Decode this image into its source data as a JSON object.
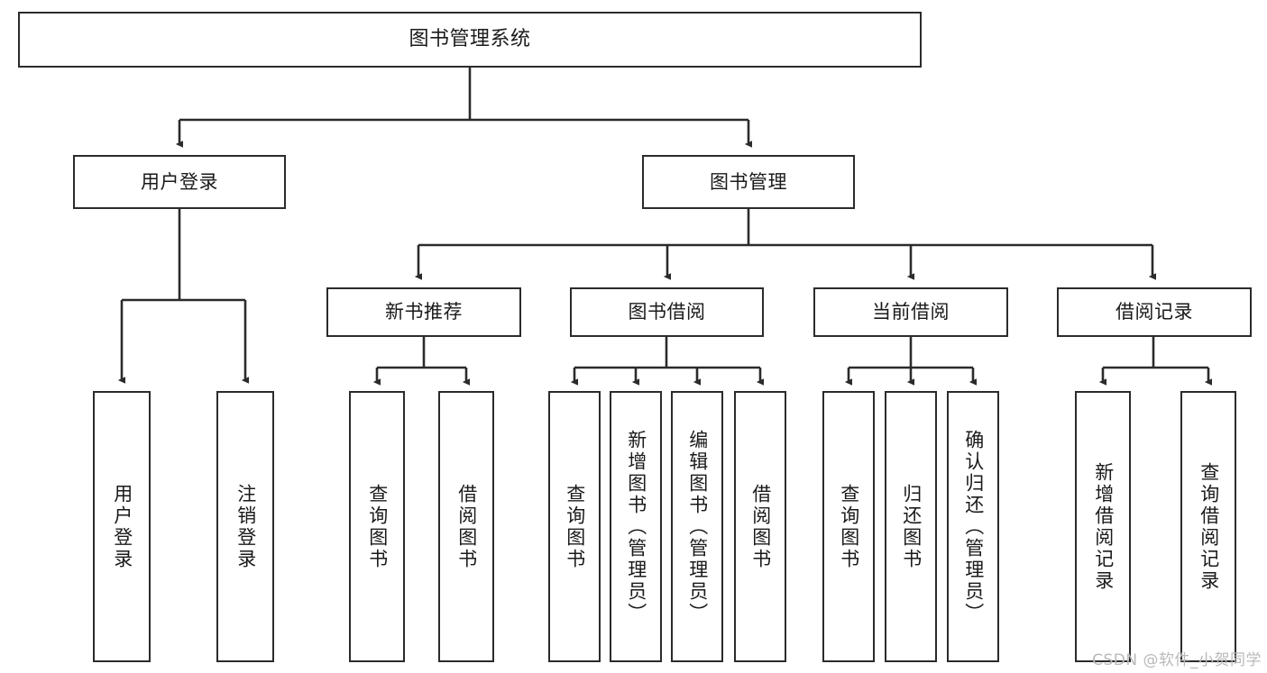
{
  "diagram": {
    "title": "图书管理系统",
    "type": "tree",
    "orientation": "top-down",
    "colors": {
      "box_border": "#2b2b2b",
      "box_fill": "#ffffff",
      "edge": "#2b2b2b",
      "text": "#1a1a1a",
      "watermark": "#b9b9b9",
      "background": "#ffffff"
    }
  },
  "watermark": {
    "text": "CSDN @软件_小贺同学"
  },
  "nodes": {
    "root": {
      "label": "图书管理系统",
      "level": 1
    },
    "level2": [
      {
        "id": "user-login",
        "label": "用户登录"
      },
      {
        "id": "book-manage",
        "label": "图书管理"
      }
    ],
    "level3": [
      {
        "id": "new-book-recommend",
        "label": "新书推荐"
      },
      {
        "id": "book-borrow",
        "label": "图书借阅"
      },
      {
        "id": "current-borrow",
        "label": "当前借阅"
      },
      {
        "id": "borrow-record",
        "label": "借阅记录"
      }
    ],
    "leaves": {
      "user-login": [
        {
          "id": "leaf-user-login",
          "label": "用户登录"
        },
        {
          "id": "leaf-user-logout",
          "label": "注销登录"
        }
      ],
      "new-book-recommend": [
        {
          "id": "leaf-query-book-1",
          "label": "查询图书"
        },
        {
          "id": "leaf-borrow-book-1",
          "label": "借阅图书"
        }
      ],
      "book-borrow": [
        {
          "id": "leaf-query-book-2",
          "label": "查询图书"
        },
        {
          "id": "leaf-add-book",
          "label": "新增图书（管理员）"
        },
        {
          "id": "leaf-edit-book",
          "label": "编辑图书（管理员）"
        },
        {
          "id": "leaf-borrow-book-2",
          "label": "借阅图书"
        }
      ],
      "current-borrow": [
        {
          "id": "leaf-query-book-3",
          "label": "查询图书"
        },
        {
          "id": "leaf-return-book",
          "label": "归还图书"
        },
        {
          "id": "leaf-confirm-return",
          "label": "确认归还（管理员）"
        }
      ],
      "borrow-record": [
        {
          "id": "leaf-add-record",
          "label": "新增借阅记录"
        },
        {
          "id": "leaf-query-record",
          "label": "查询借阅记录"
        }
      ]
    }
  }
}
